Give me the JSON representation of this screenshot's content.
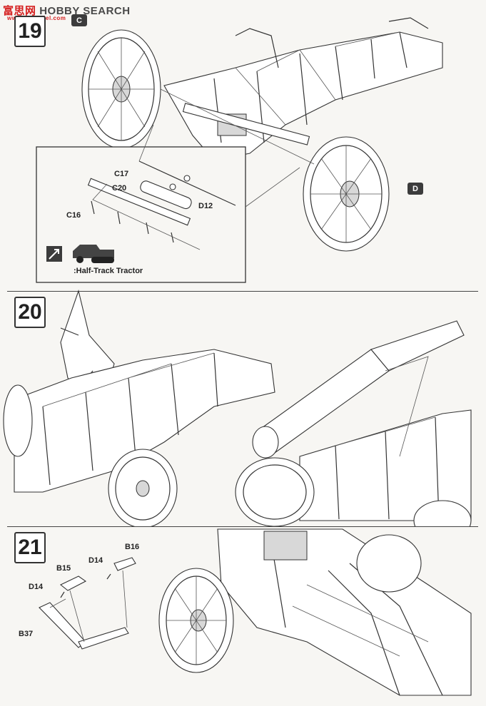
{
  "watermark": {
    "brand": "HOBBY SEARCH",
    "logo": "富思网",
    "url": "www.fsamodel.com"
  },
  "steps": [
    {
      "number": "19",
      "tags": [
        "C",
        "D"
      ]
    },
    {
      "number": "20"
    },
    {
      "number": "21"
    }
  ],
  "step19": {
    "parts": [
      "C17",
      "C20",
      "D12",
      "C16"
    ],
    "note": ":Half-Track Tractor"
  },
  "step21": {
    "parts": [
      "B16",
      "B15",
      "D14",
      "D14",
      "B37"
    ]
  },
  "colors": {
    "line": "#333333",
    "tag_fill": "#3c3c3c",
    "paper": "#f7f6f3"
  },
  "icons": [
    "assembly-arrow-icon",
    "half-track-tractor-icon"
  ]
}
